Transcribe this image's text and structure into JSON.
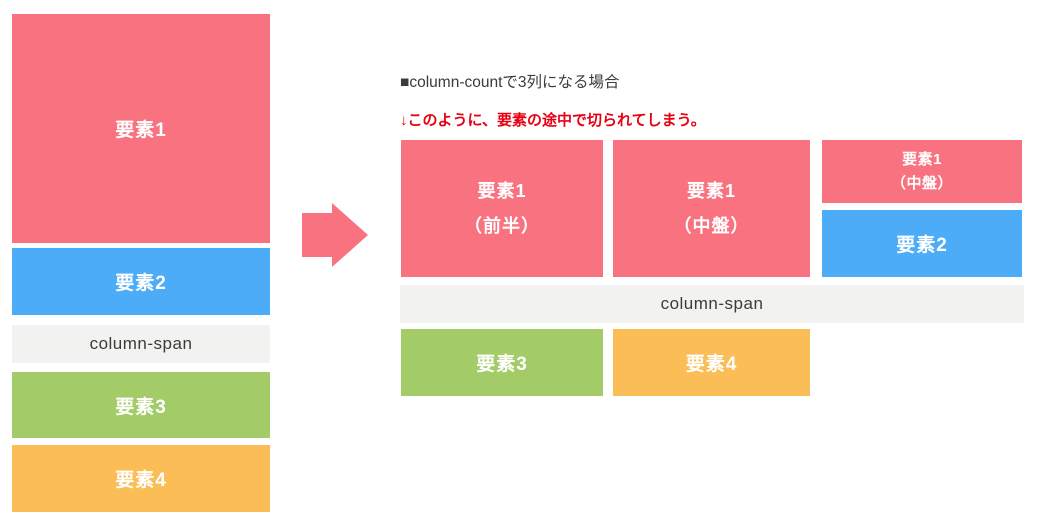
{
  "colors": {
    "pink": "#F8737F",
    "blue": "#4DACF7",
    "gray": "#F2F2F0",
    "green": "#A3CC69",
    "orange": "#FBBD55",
    "text_dark": "#3B3B3B",
    "red": "#E60012",
    "white": "#FFFFFF"
  },
  "left_stack": {
    "el1": {
      "label": "要素1"
    },
    "el2": {
      "label": "要素2"
    },
    "span": {
      "label": "column-span"
    },
    "el3": {
      "label": "要素3"
    },
    "el4": {
      "label": "要素4"
    }
  },
  "arrow": {
    "name": "right-arrow"
  },
  "right_panel": {
    "heading": "■column-countで3列になる場合",
    "note": "↓このように、要素の途中で切られてしまう。",
    "col1": {
      "line1": "要素1",
      "line2": "（前半）"
    },
    "col2": {
      "line1": "要素1",
      "line2": "（中盤）"
    },
    "col3_top": {
      "line1": "要素1",
      "line2": "（中盤）"
    },
    "col3_bottom": {
      "label": "要素2"
    },
    "span_bar": {
      "label": "column-span"
    },
    "bottom_left": {
      "label": "要素3"
    },
    "bottom_right": {
      "label": "要素4"
    }
  }
}
